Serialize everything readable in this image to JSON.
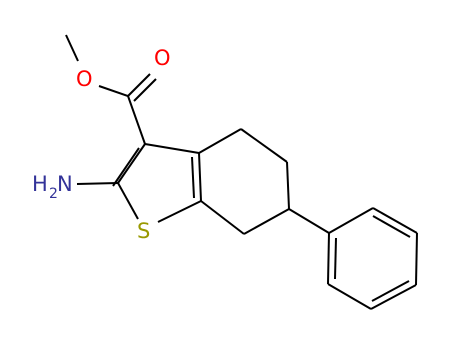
{
  "molecule": {
    "atoms": {
      "carbonyl_oxygen": "O",
      "ester_oxygen": "O",
      "amine_nitrogen": "H",
      "amine_h_count": "2",
      "amine_n": "N",
      "sulfur": "S"
    },
    "colors": {
      "bond": "#000000",
      "oxygen": "#ff0000",
      "nitrogen": "#333399",
      "sulfur": "#999900"
    }
  }
}
